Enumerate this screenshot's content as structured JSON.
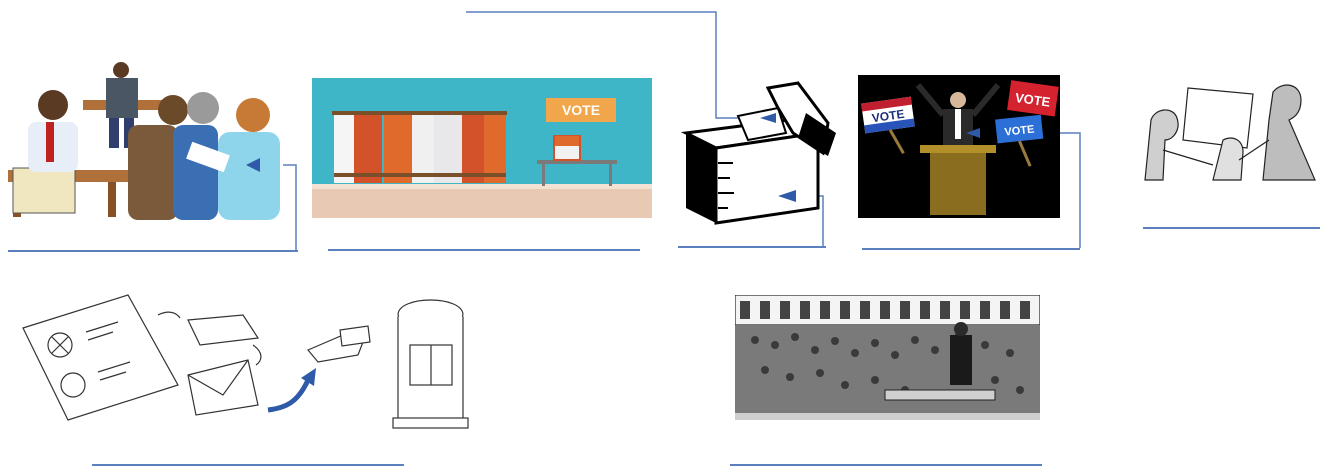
{
  "worksheet": {
    "images": [
      {
        "name": "polling-station-clipart",
        "signs": []
      },
      {
        "name": "voting-booths-clipart",
        "signs": [
          "VOTE"
        ]
      },
      {
        "name": "ballot-box-clipart",
        "signs": []
      },
      {
        "name": "candidate-rally-clipart",
        "signs": [
          "VOTE",
          "VOTE",
          "VOTE"
        ]
      },
      {
        "name": "canvassing-sketch",
        "signs": []
      },
      {
        "name": "postal-vote-sketch",
        "signs": []
      },
      {
        "name": "parliament-engraving",
        "signs": []
      }
    ],
    "answer_lines_count": 7
  },
  "colors": {
    "line": "#5b7fbf",
    "arrow": "#2f5aa8",
    "booth_wall": "#3fb6c7",
    "booth_floor": "#e8c9b4",
    "vote_banner": "#f1a64b",
    "rally_bg": "#000000",
    "podium": "#8a6d1f"
  },
  "icons": [
    "arrow-left-icon",
    "curved-arrow-icon"
  ]
}
